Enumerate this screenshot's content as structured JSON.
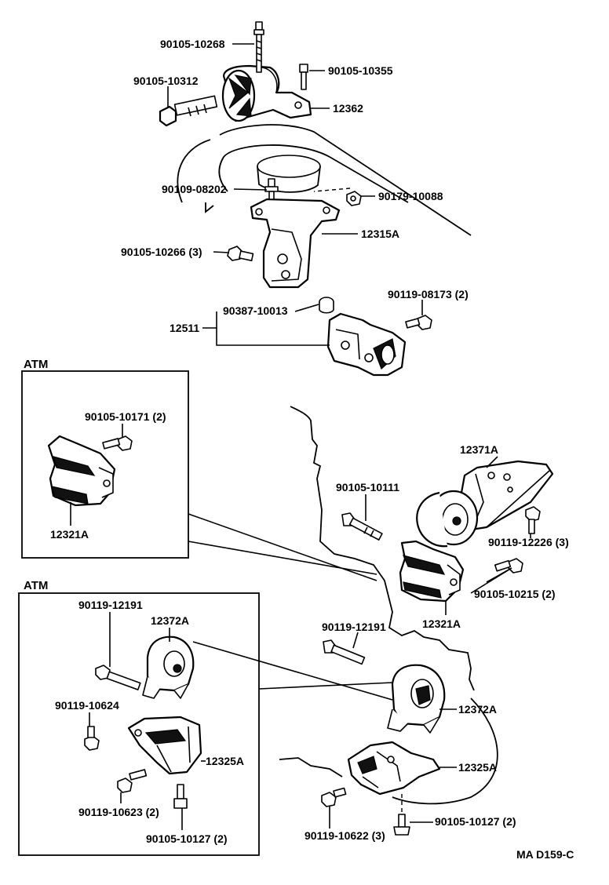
{
  "boxes": {
    "upper_title": "ATM",
    "lower_title": "ATM"
  },
  "labels": {
    "p90105_10268": "90105-10268",
    "p90105_10355": "90105-10355",
    "p90105_10312": "90105-10312",
    "p12362": "12362",
    "p90109_08202": "90109-08202",
    "p90179_10088": "90179-10088",
    "p90105_10266_3": "90105-10266 (3)",
    "p12315A": "12315A",
    "p90387_10013": "90387-10013",
    "p90119_08173_2": "90119-08173 (2)",
    "p12511": "12511",
    "box1_90105_10171_2": "90105-10171 (2)",
    "box1_12321A": "12321A",
    "p12371A": "12371A",
    "p90105_10111": "90105-10111",
    "p90119_12226_3": "90119-12226 (3)",
    "p90105_10215_2": "90105-10215 (2)",
    "p12321A": "12321A",
    "p90119_12191": "90119-12191",
    "p12372A": "12372A",
    "p12325A": "12325A",
    "p90119_10622_3": "90119-10622 (3)",
    "p90105_10127_2": "90105-10127 (2)",
    "box2_90119_12191": "90119-12191",
    "box2_12372A": "12372A",
    "box2_90119_10624": "90119-10624",
    "box2_12325A": "12325A",
    "box2_90119_10623_2": "90119-10623 (2)",
    "box2_90105_10127_2": "90105-10127 (2)",
    "ref_code": "MA D159-C"
  }
}
